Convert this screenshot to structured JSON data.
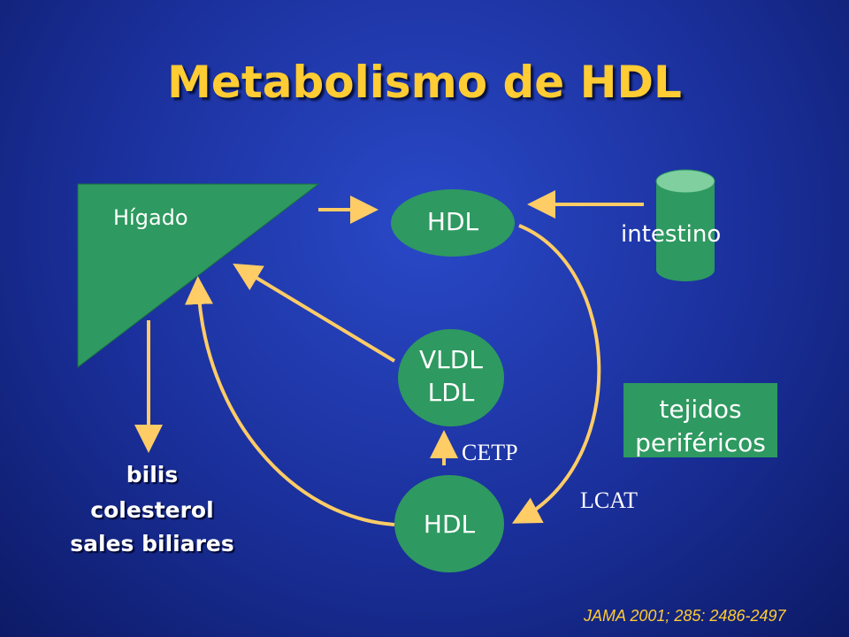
{
  "slide": {
    "title": "Metabolismo de HDL",
    "liver_label": "Hígado",
    "hdl_top_label": "HDL",
    "intestine_label": "intestino",
    "vldl_label_1": "VLDL",
    "vldl_label_2": "LDL",
    "peripheral_label_1": "tejidos",
    "peripheral_label_2": "periféricos",
    "cetp_label": "CETP",
    "lcat_label": "LCAT",
    "hdl_bottom_label": "HDL",
    "bile_label_1": "bilis",
    "bile_label_2": "colesterol",
    "bile_label_3": "sales biliares",
    "citation": "JAMA 2001; 285: 2486-2497"
  },
  "colors": {
    "node_fill": "#2e9960",
    "arrow": "#ffcc66",
    "title": "#ffcc33",
    "background": "#1f3aa8"
  }
}
